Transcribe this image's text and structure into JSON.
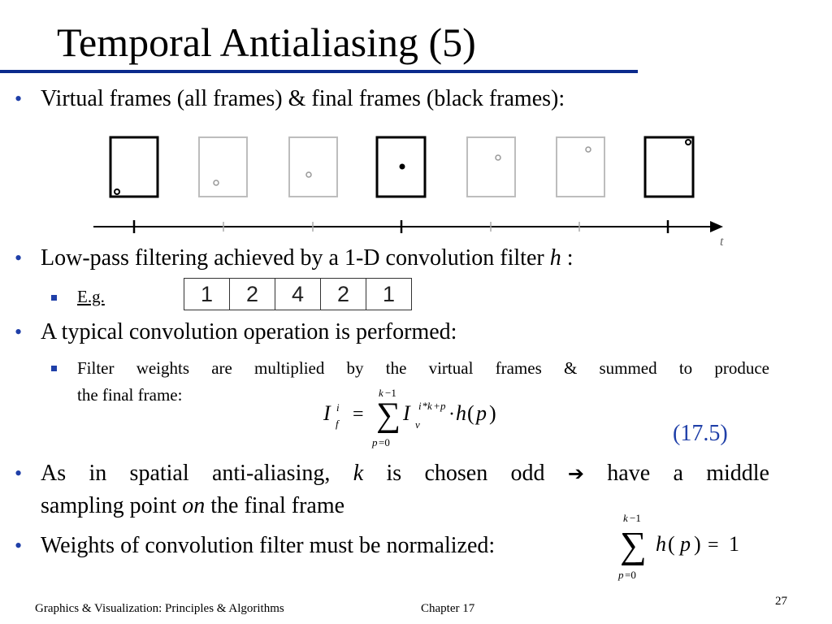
{
  "slide": {
    "title": "Temporal Antialiasing (5)",
    "accent_color": "#1f3fa8",
    "rule_color": "#0b2a8c"
  },
  "bullets": {
    "b1": "Virtual frames (all frames) & final frames (black frames):",
    "b2_text": "Low-pass filtering achieved by a 1-D convolution filter ",
    "b2_var": "h",
    "b2_end": " :",
    "b2_sub": "E.g.",
    "filter_weights": [
      "1",
      "2",
      "4",
      "2",
      "1"
    ],
    "b3": "A typical convolution operation is performed:",
    "b3_sub_line1": "Filter weights are multiplied by the virtual frames & summed to produce",
    "b3_sub_line2": "the final frame:",
    "b4_line1_a": "As in spatial anti-aliasing, ",
    "b4_line1_k": "k",
    "b4_line1_b": " is chosen odd ",
    "b4_arrow": "➔",
    "b4_line1_c": " have a middle",
    "b4_line2_a": "sampling point ",
    "b4_line2_on": "on",
    "b4_line2_b": " the final frame",
    "b5": "Weights of convolution filter must be normalized:"
  },
  "equation": {
    "number": "(17.5)",
    "number_color": "#1f3fa8"
  },
  "timeline": {
    "axis_label": "t",
    "frames": [
      {
        "type": "final"
      },
      {
        "type": "virtual"
      },
      {
        "type": "virtual"
      },
      {
        "type": "final"
      },
      {
        "type": "virtual"
      },
      {
        "type": "virtual"
      },
      {
        "type": "final"
      }
    ]
  },
  "footer": {
    "left": "Graphics & Visualization: Principles & Algorithms",
    "center": "Chapter 17",
    "page": "27"
  }
}
